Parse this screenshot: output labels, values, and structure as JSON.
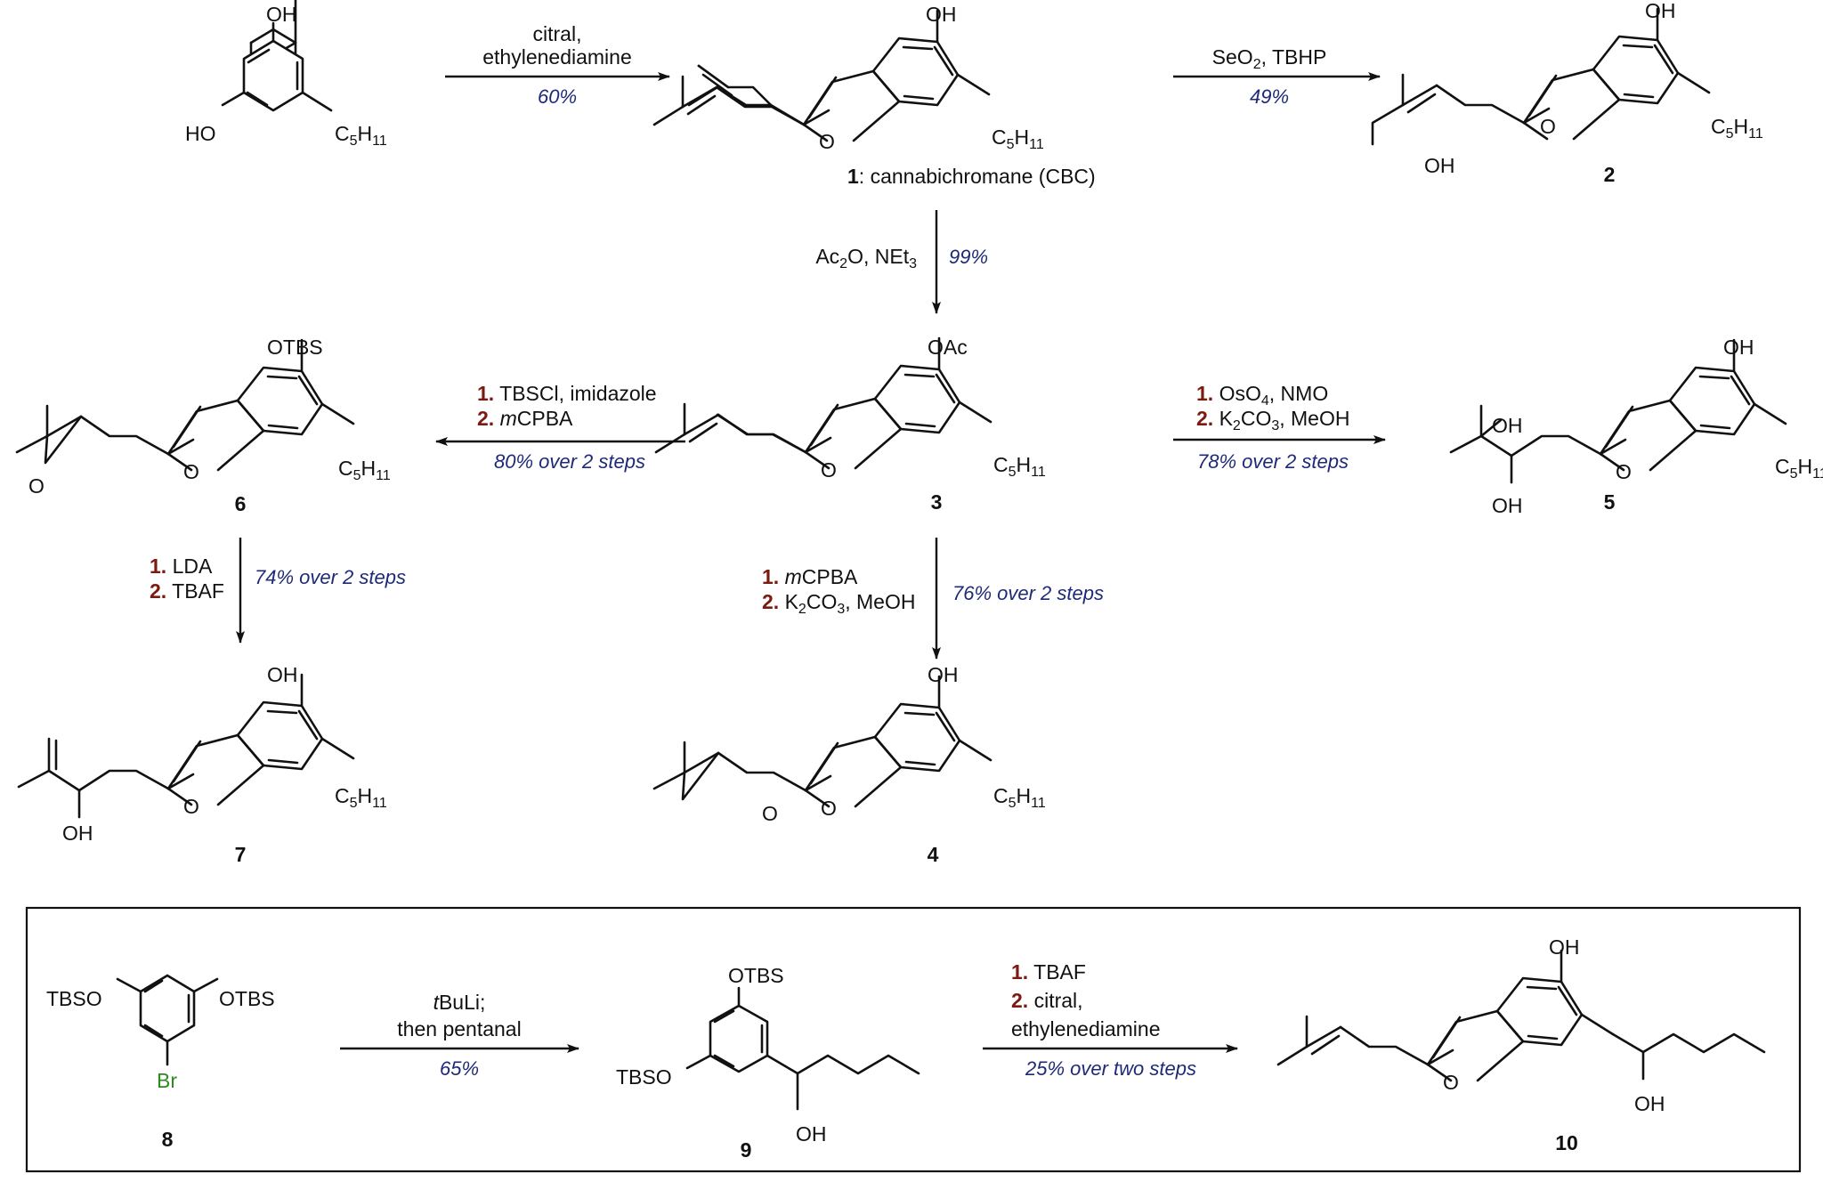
{
  "substituents": {
    "oh": "OH",
    "ho": "HO",
    "c5h11_main": "C",
    "c5h11_sub1": "5",
    "c5h11_h": "H",
    "c5h11_sub2": "11",
    "oxygen": "O",
    "oac": "OAc",
    "otbs": "OTBS",
    "tbso": "TBSO",
    "br": "Br"
  },
  "compounds": {
    "cbc": {
      "number": "1",
      "name": ": cannabichromane (CBC)"
    },
    "c2": "2",
    "c3": "3",
    "c4": "4",
    "c5": "5",
    "c6": "6",
    "c7": "7",
    "c8": "8",
    "c9": "9",
    "c10": "10"
  },
  "steps": {
    "s1": {
      "line1": "citral,",
      "line2": "ethylenediamine",
      "yield": "60%"
    },
    "s2": {
      "reagent_a": "SeO",
      "sub": "2",
      "reagent_b": ", TBHP",
      "yield": "49%"
    },
    "s3": {
      "reagent_a": "Ac",
      "sub1": "2",
      "reagent_b": "O, NEt",
      "sub2": "3",
      "yield": "99%"
    },
    "s4": {
      "n1": "1.",
      "r1": " TBSCl, imidazole",
      "n2": "2.",
      "r2_italic": " m",
      "r2": "CPBA",
      "yield": "80% over 2 steps"
    },
    "s5": {
      "n1": "1.",
      "r1a": " OsO",
      "r1sub": "4",
      "r1b": ", NMO",
      "n2": "2.",
      "r2a": " K",
      "r2sub1": "2",
      "r2b": "CO",
      "r2sub2": "3",
      "r2c": ", MeOH",
      "yield": "78% over 2 steps"
    },
    "s6": {
      "n1": "1.",
      "r1": " LDA",
      "n2": "2.",
      "r2": " TBAF",
      "yield": "74% over 2 steps"
    },
    "s7": {
      "n1": "1.",
      "r1_italic": " m",
      "r1": "CPBA",
      "n2": "2.",
      "r2a": " K",
      "r2sub1": "2",
      "r2b": "CO",
      "r2sub2": "3",
      "r2c": ", MeOH",
      "yield": "76% over 2 steps"
    },
    "s8": {
      "line1_italic": "t",
      "line1": "BuLi;",
      "line2": "then pentanal",
      "yield": "65%"
    },
    "s9": {
      "n1": "1.",
      "r1": " TBAF",
      "n2": "2.",
      "r2": " citral,",
      "r3": "ethylenediamine",
      "yield": "25% over two steps"
    }
  }
}
